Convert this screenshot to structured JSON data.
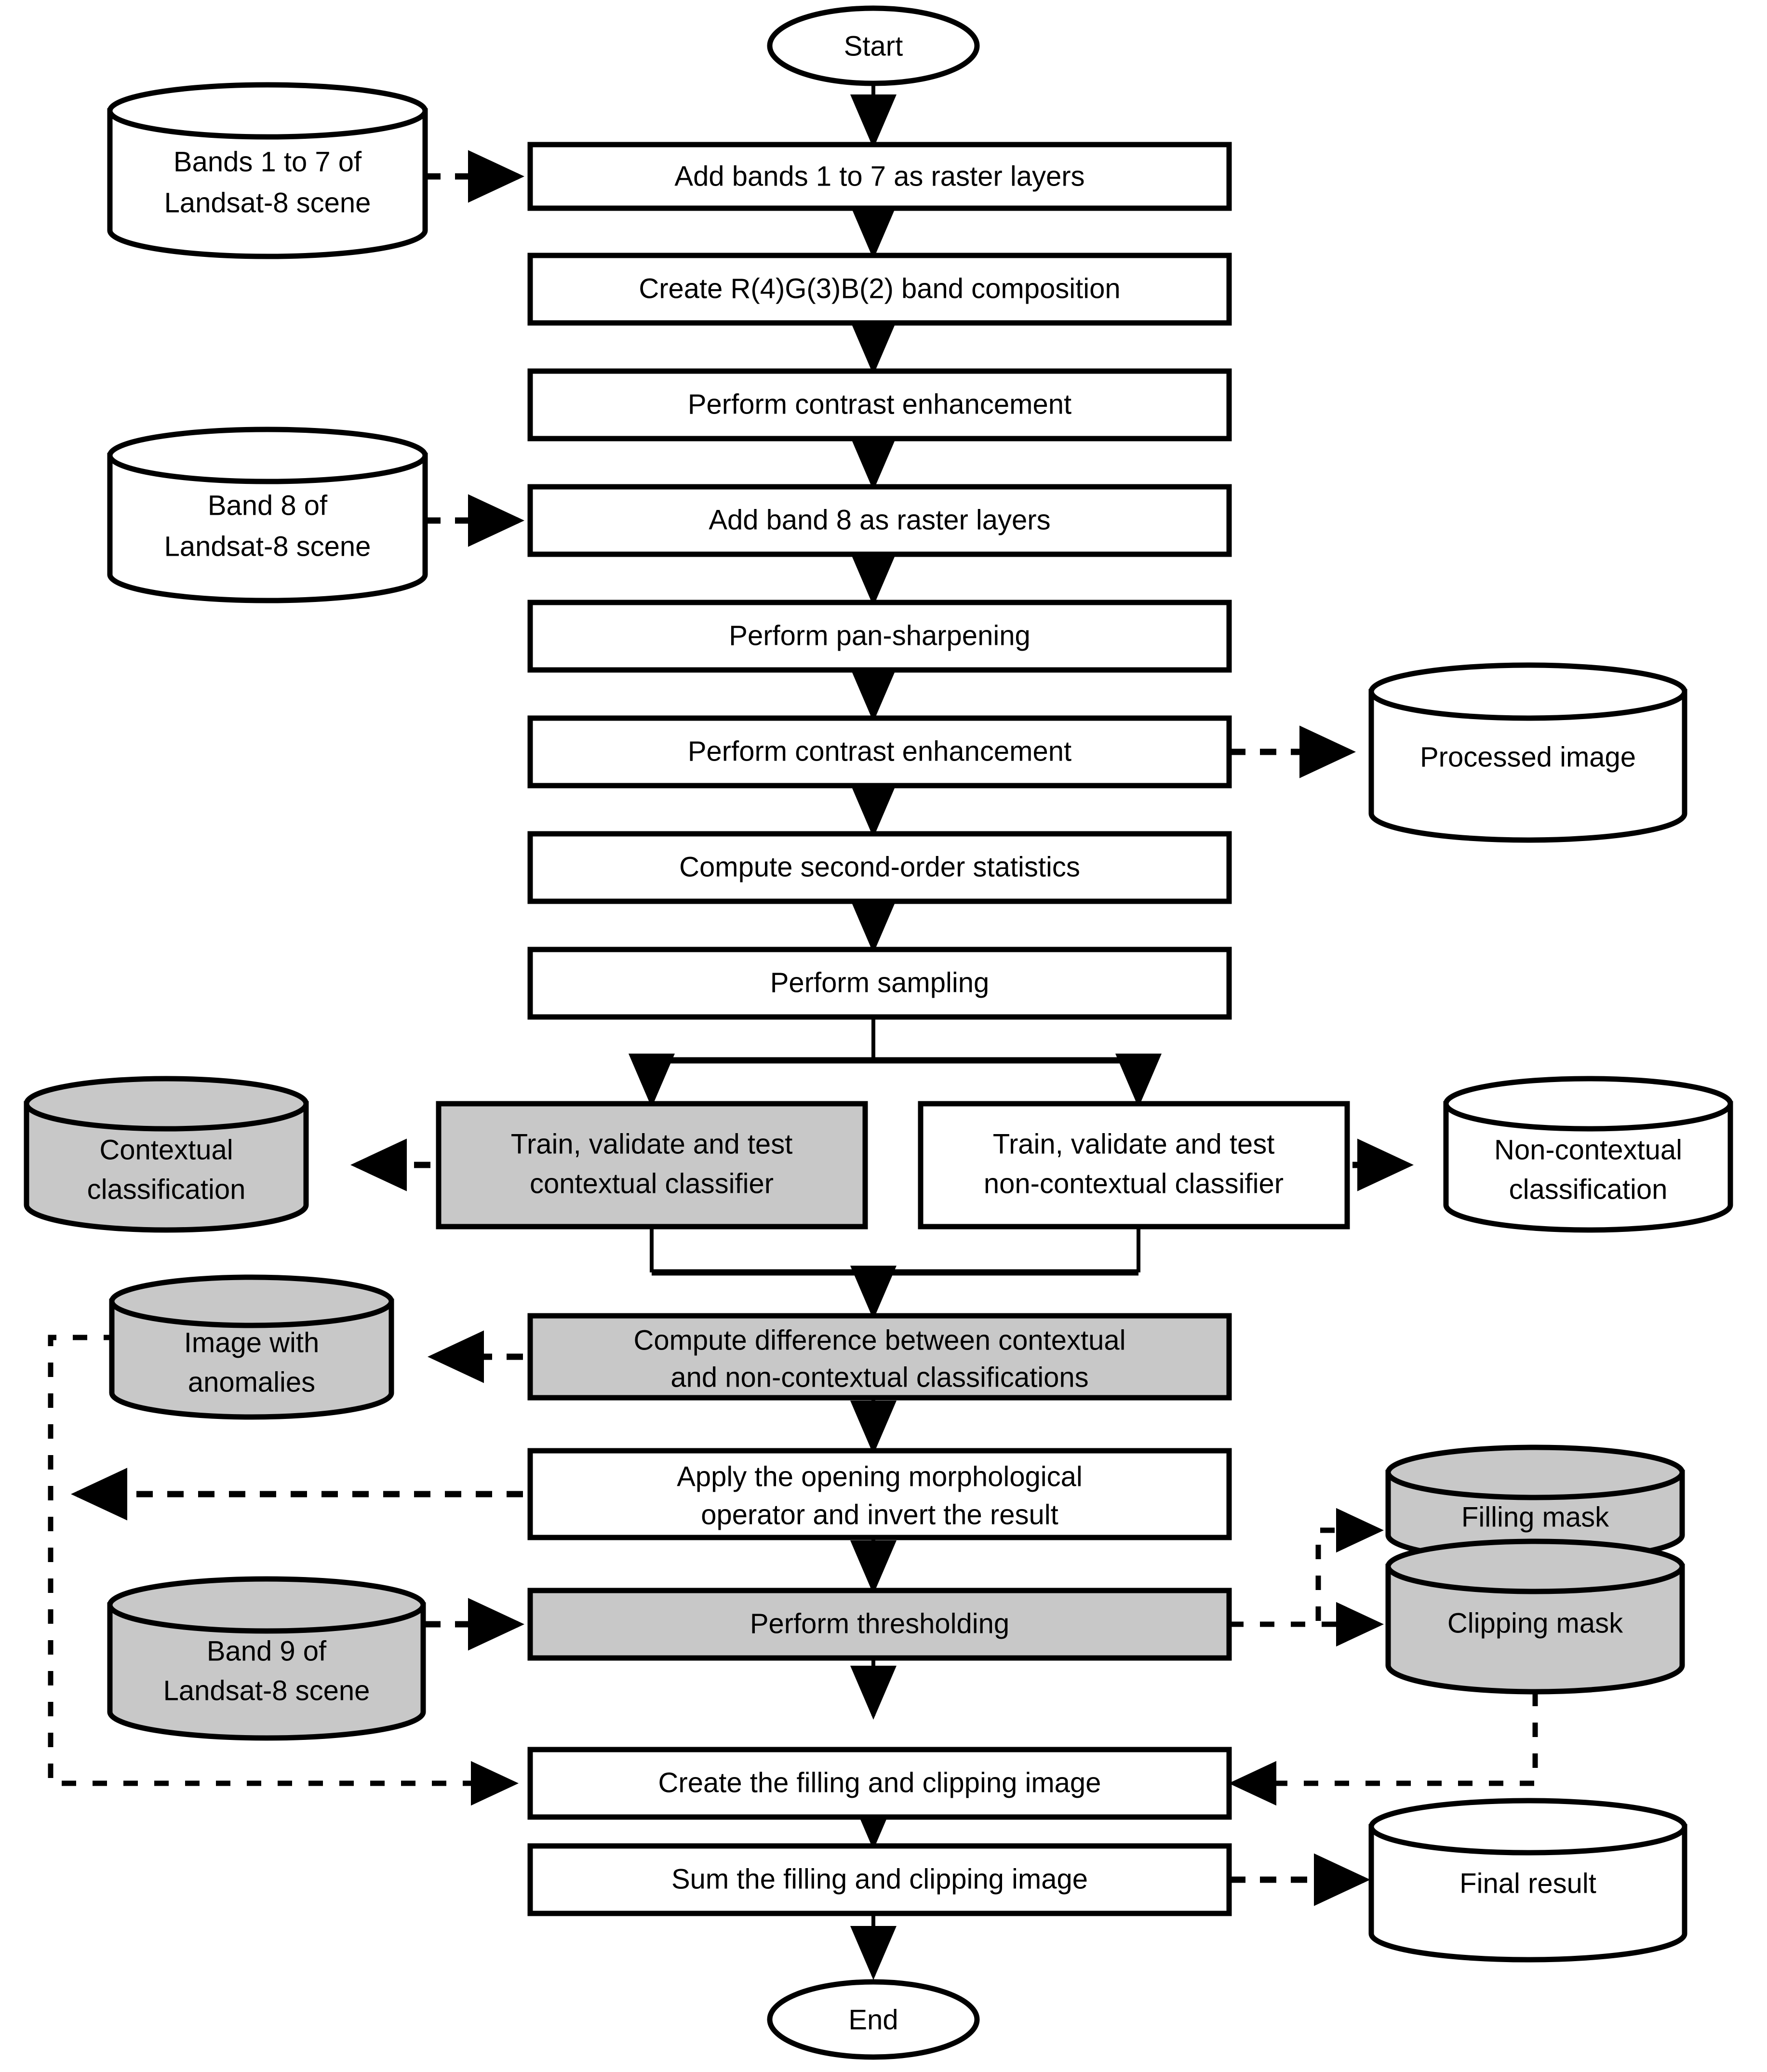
{
  "diagram": {
    "title": "Landsat-8 anomaly detection processing flowchart",
    "colors": {
      "shaded_fill": "#c8c8c8",
      "plain_fill": "#ffffff",
      "stroke": "#000000"
    },
    "terminators": {
      "start": "Start",
      "end": "End"
    },
    "process_steps": [
      {
        "id": "add-bands-1-7",
        "label": "Add bands 1 to 7 as raster layers",
        "shaded": false
      },
      {
        "id": "create-composition",
        "label": "Create R(4)G(3)B(2) band composition",
        "shaded": false
      },
      {
        "id": "contrast-1",
        "label": "Perform contrast enhancement",
        "shaded": false
      },
      {
        "id": "add-band-8",
        "label": "Add band 8 as raster layers",
        "shaded": false
      },
      {
        "id": "pan-sharpening",
        "label": "Perform pan-sharpening",
        "shaded": false
      },
      {
        "id": "contrast-2",
        "label": "Perform contrast enhancement",
        "shaded": false
      },
      {
        "id": "second-order-stats",
        "label": "Compute second-order statistics",
        "shaded": false
      },
      {
        "id": "sampling",
        "label": "Perform sampling",
        "shaded": false
      },
      {
        "id": "train-contextual",
        "label_line1": "Train, validate and test",
        "label_line2": "contextual classifier",
        "shaded": true
      },
      {
        "id": "train-non-contextual",
        "label_line1": "Train, validate and test",
        "label_line2": "non-contextual classifier",
        "shaded": false
      },
      {
        "id": "compute-difference",
        "label_line1": "Compute difference between contextual",
        "label_line2": "and non-contextual classifications",
        "shaded": true
      },
      {
        "id": "opening-operator",
        "label_line1": "Apply the opening morphological",
        "label_line2": "operator and invert the result",
        "shaded": false
      },
      {
        "id": "thresholding",
        "label": "Perform thresholding",
        "shaded": true
      },
      {
        "id": "create-filling-clipping",
        "label": "Create the filling and clipping image",
        "shaded": false
      },
      {
        "id": "sum-filling-clipping",
        "label": "Sum the filling and clipping image",
        "shaded": false
      }
    ],
    "data_stores": [
      {
        "id": "bands-1-7",
        "label_line1": "Bands 1 to 7 of",
        "label_line2": "Landsat-8 scene",
        "shaded": false
      },
      {
        "id": "band-8",
        "label_line1": "Band 8 of",
        "label_line2": "Landsat-8 scene",
        "shaded": false
      },
      {
        "id": "processed-image",
        "label_line1": "Processed image",
        "label_line2": "",
        "shaded": false
      },
      {
        "id": "contextual-classification",
        "label_line1": "Contextual",
        "label_line2": "classification",
        "shaded": true
      },
      {
        "id": "non-contextual-classification",
        "label_line1": "Non-contextual",
        "label_line2": "classification",
        "shaded": false
      },
      {
        "id": "image-with-anomalies",
        "label_line1": "Image with",
        "label_line2": "anomalies",
        "shaded": true
      },
      {
        "id": "filling-mask",
        "label_line1": "Filling mask",
        "label_line2": "",
        "shaded": true
      },
      {
        "id": "clipping-mask",
        "label_line1": "Clipping mask",
        "label_line2": "",
        "shaded": true
      },
      {
        "id": "band-9",
        "label_line1": "Band 9 of",
        "label_line2": "Landsat-8 scene",
        "shaded": true
      },
      {
        "id": "final-result",
        "label_line1": "Final result",
        "label_line2": "",
        "shaded": false
      }
    ]
  }
}
